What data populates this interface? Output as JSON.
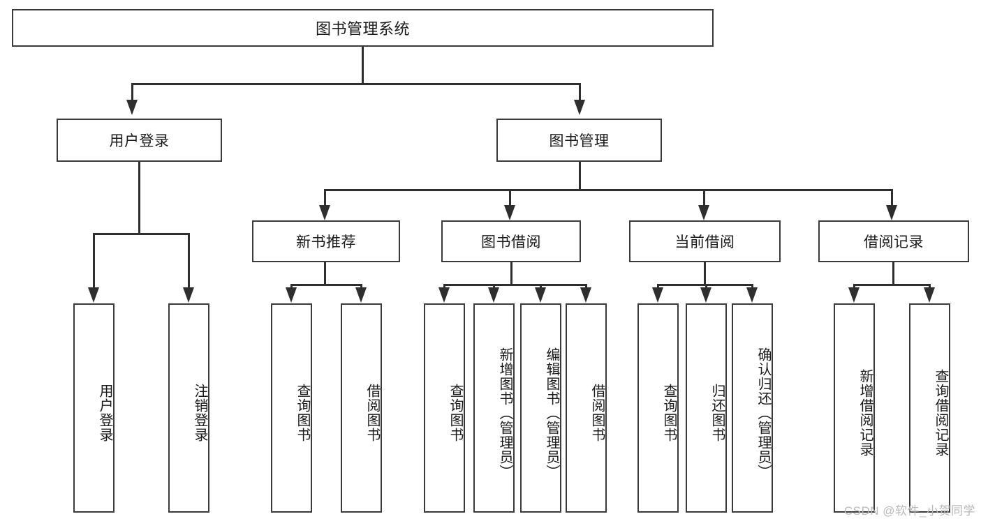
{
  "diagram": {
    "title": "图书管理系统",
    "root": {
      "label": "图书管理系统"
    },
    "level2": [
      {
        "label": "用户登录"
      },
      {
        "label": "图书管理"
      }
    ],
    "level3": [
      {
        "label": "新书推荐"
      },
      {
        "label": "图书借阅"
      },
      {
        "label": "当前借阅"
      },
      {
        "label": "借阅记录"
      }
    ],
    "leaves": {
      "user_login": [
        {
          "label": "用户登录"
        },
        {
          "label": "注销登录"
        }
      ],
      "new_book_recommend": [
        {
          "label": "查询图书"
        },
        {
          "label": "借阅图书"
        }
      ],
      "book_borrow": [
        {
          "label": "查询图书"
        },
        {
          "label": "新增图书（管理员）"
        },
        {
          "label": "编辑图书（管理员）"
        },
        {
          "label": "借阅图书"
        }
      ],
      "current_borrow": [
        {
          "label": "查询图书"
        },
        {
          "label": "归还图书"
        },
        {
          "label": "确认归还（管理员）"
        }
      ],
      "borrow_record": [
        {
          "label": "新增借阅记录"
        },
        {
          "label": "查询借阅记录"
        }
      ]
    }
  },
  "watermark": {
    "text": "CSDN @软件_小贺同学"
  },
  "colors": {
    "border": "#3a3a3a",
    "line": "#2e2e2e",
    "text": "#1a1a1a",
    "background": "#ffffff",
    "watermark": "#b9b9b9"
  }
}
